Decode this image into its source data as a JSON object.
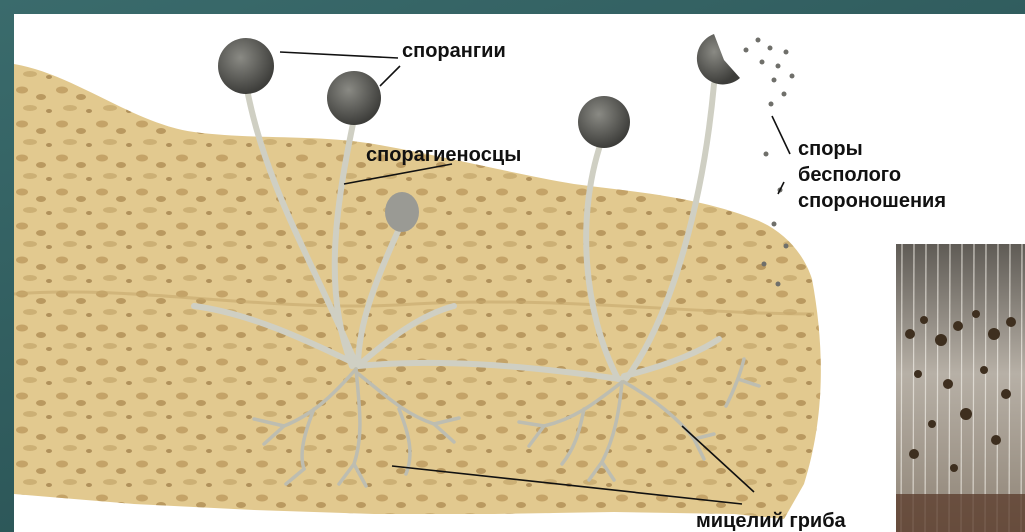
{
  "labels": {
    "sporangia": "спорангии",
    "sporangiophores": "спорагиеноcцы",
    "spores_line1": "споры",
    "spores_line2": "бесполого",
    "spores_line3": "спороношения",
    "mycelium": "мицелий гриба"
  },
  "colors": {
    "slide_background": "#2f5d5f",
    "bread": "#e2c98f",
    "bread_pores": "#b9965a",
    "hyphae": "#cfcfc3",
    "sporangium": "#5e5e5a"
  }
}
